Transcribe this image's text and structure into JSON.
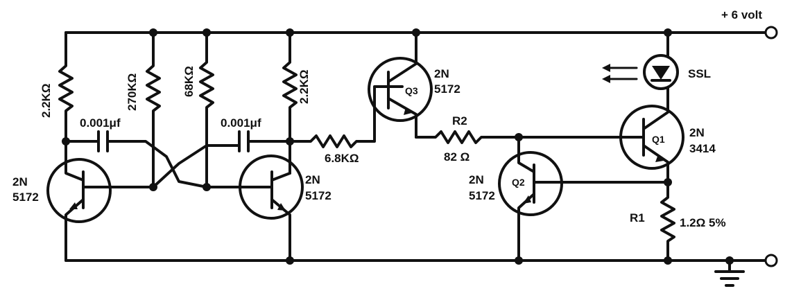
{
  "labels": {
    "supply": "+ 6 volt",
    "r_left": "2.2KΩ",
    "r_270k": "270KΩ",
    "r_68k": "68KΩ",
    "r_right": "2.2KΩ",
    "cap_left": "0.001μf",
    "cap_right": "0.001μf",
    "q_left_l1": "2N",
    "q_left_l2": "5172",
    "q_mid_l1": "2N",
    "q_mid_l2": "5172",
    "r_68": "6.8KΩ",
    "q3": "Q3",
    "q3_l1": "2N",
    "q3_l2": "5172",
    "r2": "R2",
    "r2_val": "82 Ω",
    "q2": "Q2",
    "q2_l1": "2N",
    "q2_l2": "5172",
    "q1": "Q1",
    "q1_l1": "2N",
    "q1_l2": "3414",
    "ssl": "SSL",
    "r1": "R1",
    "r1_val": "1.2Ω 5%"
  }
}
